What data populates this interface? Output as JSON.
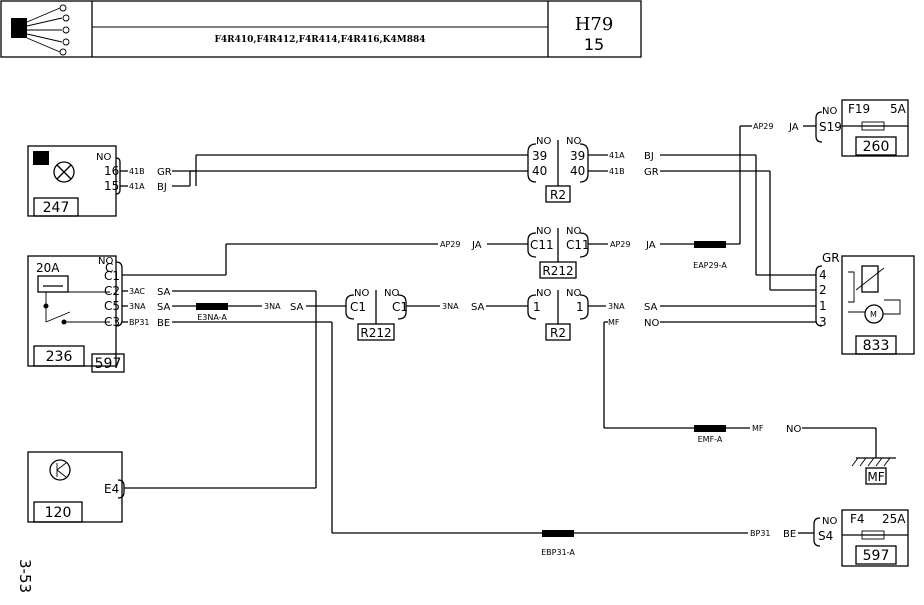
{
  "header": {
    "title": "H79",
    "page_number": "15",
    "models": "F4R410,F4R412,F4R414,F4R416,K4M884"
  },
  "side_page": "3-53",
  "components": {
    "c247": "247",
    "c236": "236",
    "c597a": "597",
    "c120": "120",
    "c260": "260",
    "c833": "833",
    "c597b": "597",
    "cMF": "MF",
    "r2_top": "R2",
    "r2_bot": "R2",
    "r212_top": "R212",
    "r212_left": "R212"
  },
  "fuses": {
    "f19_name": "F19",
    "f19_rating": "5A",
    "f19_pin": "S19",
    "f4_name": "F4",
    "f4_rating": "25A",
    "f4_pin": "S4"
  },
  "pins": {
    "no": "NO",
    "p16": "16",
    "p15": "15",
    "p39": "39",
    "p40": "40",
    "c": "C",
    "c1": "C1",
    "c2": "C2",
    "c5": "C5",
    "c3": "C3",
    "c11": "C11",
    "p1": "1",
    "p2": "2",
    "p3": "3",
    "p4": "4",
    "gr": "GR",
    "e4": "E4",
    "relay_rating": "20A"
  },
  "wires": {
    "w41B": "41B",
    "w41A": "41A",
    "gr": "GR",
    "bj": "BJ",
    "ap29": "AP29",
    "ja": "JA",
    "w3ac": "3AC",
    "w3na": "3NA",
    "sa": "SA",
    "bp31": "BP31",
    "be": "BE",
    "mf": "MF",
    "no": "NO"
  },
  "splices": {
    "eap29": "EAP29-A",
    "e3na": "E3NA-A",
    "emf": "EMF-A",
    "ebp31": "EBP31-A"
  }
}
